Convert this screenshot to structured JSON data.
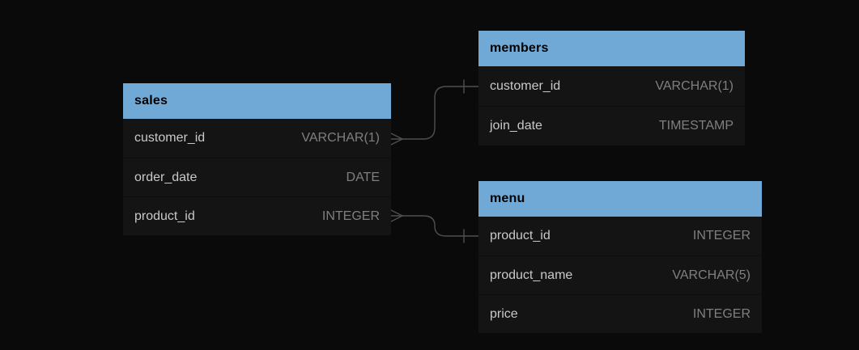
{
  "diagram": {
    "tables": [
      {
        "name": "sales",
        "columns": [
          {
            "name": "customer_id",
            "type": "VARCHAR(1)"
          },
          {
            "name": "order_date",
            "type": "DATE"
          },
          {
            "name": "product_id",
            "type": "INTEGER"
          }
        ]
      },
      {
        "name": "members",
        "columns": [
          {
            "name": "customer_id",
            "type": "VARCHAR(1)"
          },
          {
            "name": "join_date",
            "type": "TIMESTAMP"
          }
        ]
      },
      {
        "name": "menu",
        "columns": [
          {
            "name": "product_id",
            "type": "INTEGER"
          },
          {
            "name": "product_name",
            "type": "VARCHAR(5)"
          },
          {
            "name": "price",
            "type": "INTEGER"
          }
        ]
      }
    ],
    "relationships": [
      {
        "from": "sales.customer_id",
        "to": "members.customer_id",
        "from_cardinality": "many",
        "to_cardinality": "one"
      },
      {
        "from": "sales.product_id",
        "to": "menu.product_id",
        "from_cardinality": "many",
        "to_cardinality": "one"
      }
    ],
    "colors": {
      "background": "#0a0a0a",
      "table_body": "#141414",
      "header": "#71a9d6",
      "header_text": "#000000",
      "field_text": "#c9c9c9",
      "type_text": "#7f7f7f",
      "connector": "#4f4f4f"
    }
  }
}
